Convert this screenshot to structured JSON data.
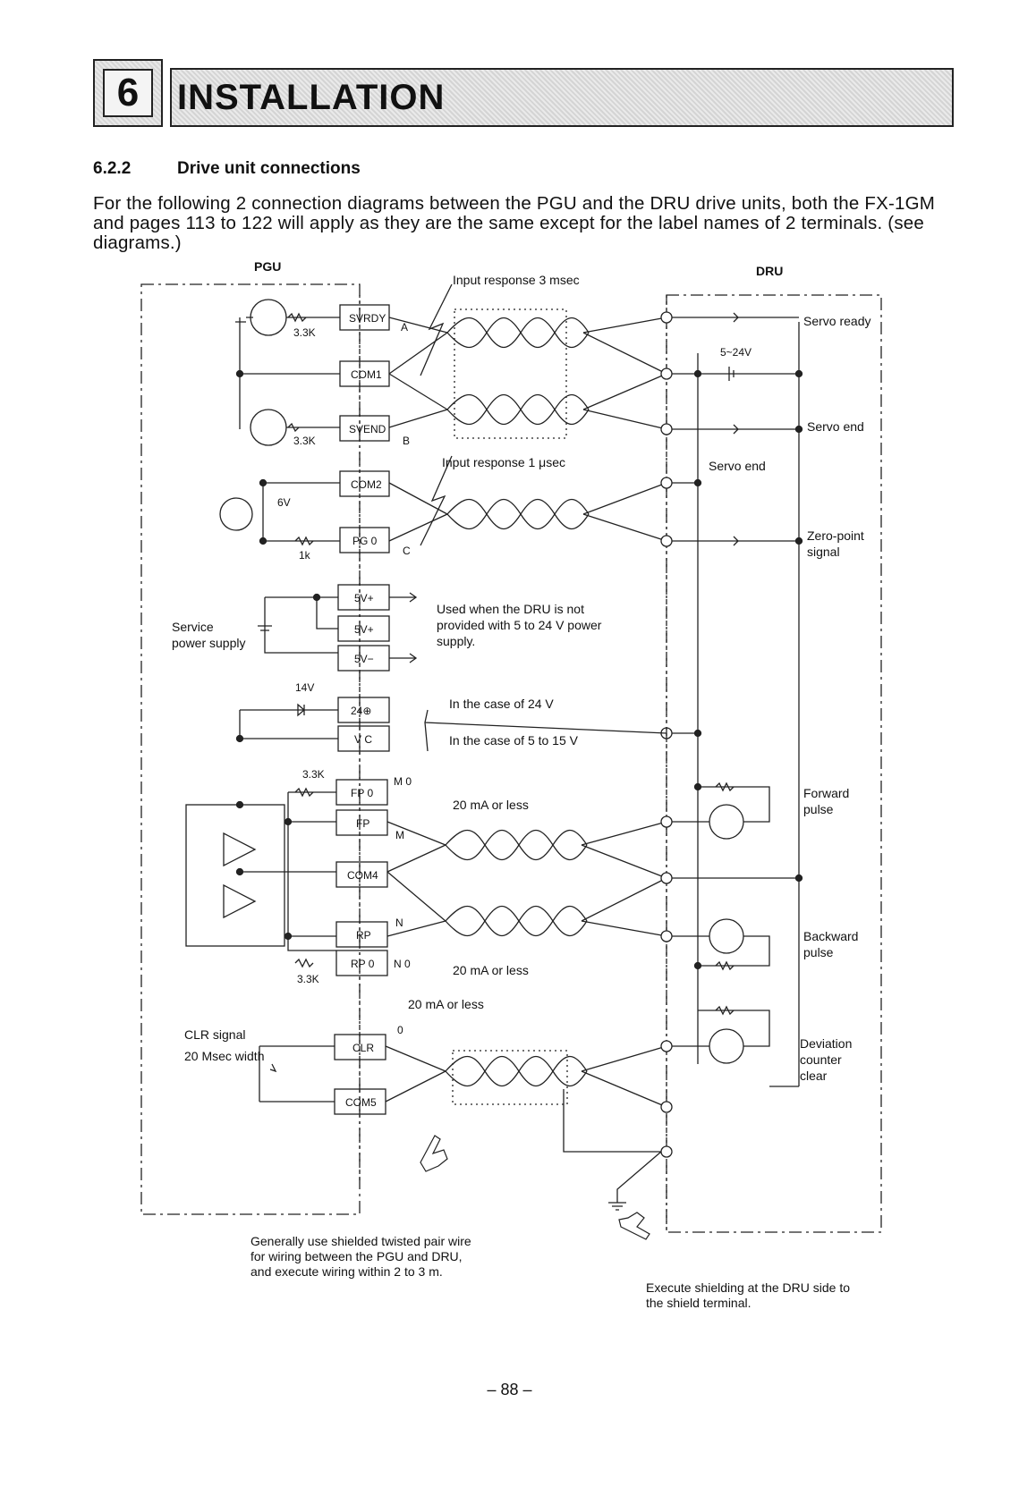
{
  "header": {
    "chapter_number": "6",
    "chapter_title": "INSTALLATION"
  },
  "section": {
    "number": "6.2.2",
    "title": "Drive unit connections"
  },
  "intro": "For the following 2 connection diagrams between the PGU and the DRU drive units, both the FX-1GM and pages 113 to 122 will apply as they are the same except for the label names of 2 terminals. (see diagrams.)",
  "diagram": {
    "pgu_label": "PGU",
    "dru_label": "DRU",
    "terminals": {
      "svrdy": "SVRDY",
      "com1": "COM1",
      "svend": "SVEND",
      "com2": "COM2",
      "pg0": "PG 0",
      "v5p1": "5V+",
      "v5p2": "5V+",
      "v5m": "5V−",
      "v24": "24⊕",
      "vc": "V C",
      "fp0": "FP 0",
      "fp": "FP",
      "com4": "COM4",
      "rp": "RP",
      "rp0": "RP 0",
      "clr": "CLR",
      "com5": "COM5"
    },
    "letters": {
      "a": "A",
      "b": "B",
      "c": "C",
      "m0": "M  0",
      "m": "M",
      "n": "N",
      "n0": "N  0",
      "zero": "0"
    },
    "components": {
      "r1": "3.3K",
      "r2": "3.3K",
      "zener": "6V",
      "r3": "1k",
      "diode14": "14V",
      "r4": "3.3K",
      "r5": "3.3K",
      "v5_24": "5~24V"
    },
    "notes": {
      "input_3ms": "Input response  3 msec",
      "input_1us": "Input response 1 μsec",
      "service_1": "Service",
      "service_2": "power supply",
      "dru_note_1": "Used when the DRU is not",
      "dru_note_2": "provided with 5 to 24 V power",
      "dru_note_3": "supply.",
      "case24": "In the case of 24 V",
      "case515": "In the case of 5 to 15 V",
      "ma1": "20 mA or less",
      "ma2": "20 mA or less",
      "ma3": "20 mA or less",
      "clr_signal": "CLR signal",
      "clr_width": "20  Msec width"
    },
    "dru_signals": {
      "servo_ready": "Servo ready",
      "servo_end_r": "Servo end",
      "servo_end_in": "Servo end",
      "zero_1": "Zero-point",
      "zero_2": "signal",
      "fwd_1": "Forward",
      "fwd_2": "pulse",
      "bwd_1": "Backward",
      "bwd_2": "pulse",
      "dev_1": "Deviation",
      "dev_2": "counter",
      "dev_3": "clear"
    }
  },
  "footnotes": {
    "left_1": "Generally use shielded twisted pair wire",
    "left_2": "for wiring between the PGU and DRU,",
    "left_3": "and execute wiring within  2 to 3 m.",
    "right_1": "Execute shielding at the DRU side to",
    "right_2": "the shield terminal."
  },
  "page_number": "– 88 –"
}
